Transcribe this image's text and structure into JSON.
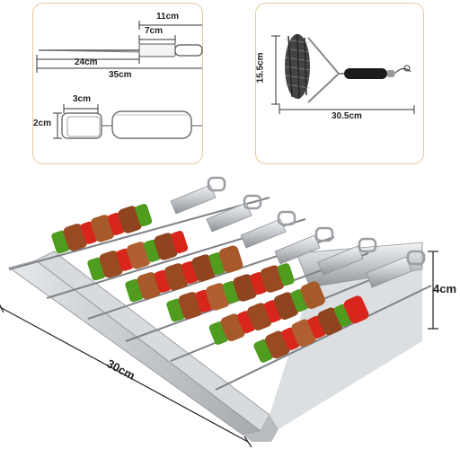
{
  "top_left_panel": {
    "skewer_dims": {
      "head_width": "11cm",
      "grip_width": "7cm",
      "blade_length": "24cm",
      "total_length": "35cm"
    },
    "base_dims": {
      "width": "3cm",
      "height": "2cm"
    }
  },
  "top_right_panel": {
    "brush_dims": {
      "height": "15.5cm",
      "length": "30.5cm"
    }
  },
  "main_product": {
    "dims": {
      "rack_length": "30cm",
      "rack_height": "4cm"
    },
    "colors": {
      "steel": "#c9ccd0",
      "steel_dark": "#8d9196",
      "meat": "#9a4a22",
      "pepper_red": "#d8261c",
      "pepper_green": "#4f9c1f",
      "outline": "#e8c9a0"
    }
  }
}
